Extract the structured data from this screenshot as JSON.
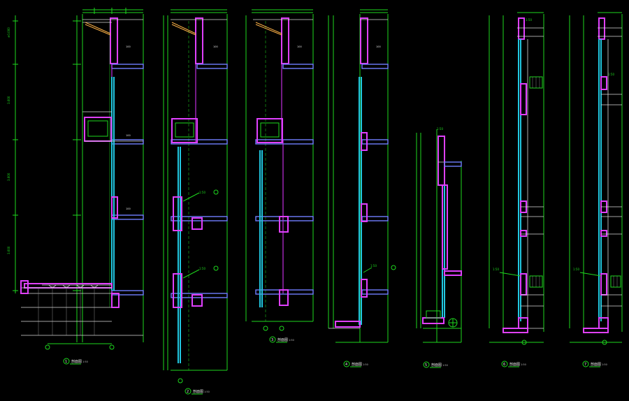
{
  "drawing": {
    "sections": [
      {
        "id": "section-1",
        "number": "1",
        "title": "剖面图",
        "scale": "1:50"
      },
      {
        "id": "section-2",
        "number": "2",
        "title": "剖面图",
        "scale": "1:50"
      },
      {
        "id": "section-3",
        "number": "3",
        "title": "剖面图",
        "scale": "1:50"
      },
      {
        "id": "section-4",
        "number": "4",
        "title": "剖面图",
        "scale": "1:50"
      },
      {
        "id": "section-5",
        "number": "5",
        "title": "剖面图",
        "scale": "1:50"
      },
      {
        "id": "section-6",
        "number": "6",
        "title": "剖面图",
        "scale": "1:50"
      },
      {
        "id": "section-7",
        "number": "7",
        "title": "剖面图",
        "scale": "1:50"
      }
    ],
    "colors": {
      "background": "#000000",
      "dimension": "#1ed81e",
      "structure": "#e040ff",
      "glazing": "#21c7e0",
      "slab": "#6f7dff",
      "outline": "#d8d8d8"
    }
  }
}
